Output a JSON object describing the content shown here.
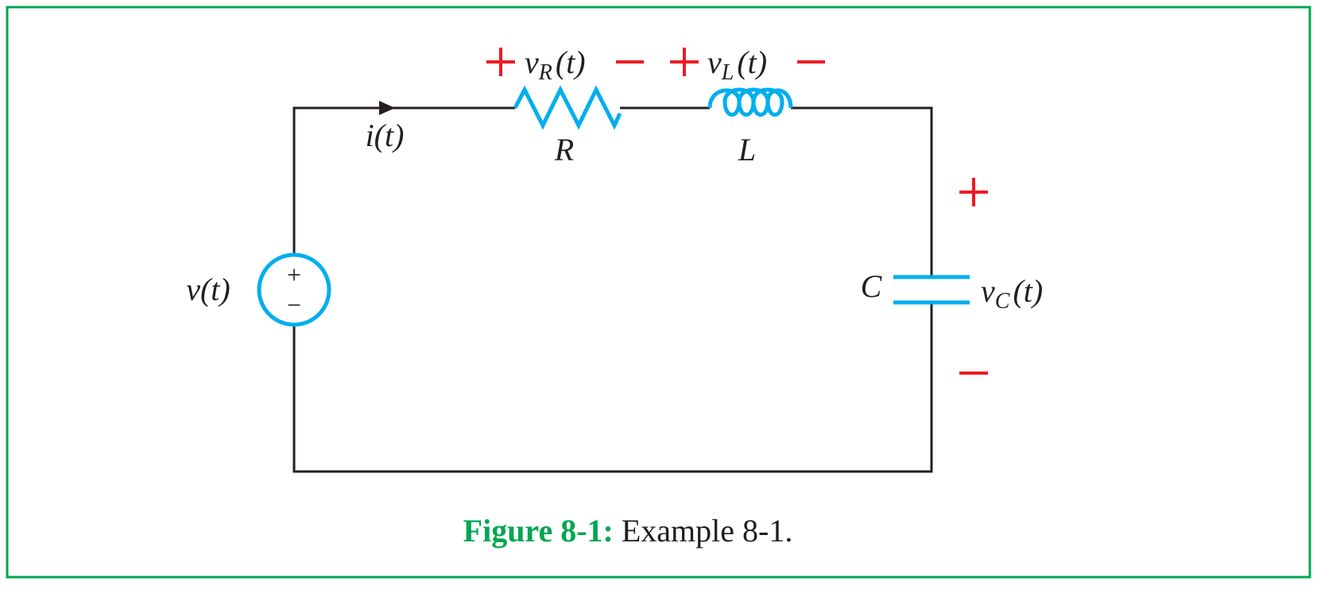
{
  "labels": {
    "current": "i(t)",
    "source": "v(t)",
    "resistor": "R",
    "inductor": "L",
    "capacitor": "C",
    "v_R": {
      "base": "v",
      "sub": "R",
      "tail": "(t)"
    },
    "v_L": {
      "base": "v",
      "sub": "L",
      "tail": "(t)"
    },
    "v_C": {
      "base": "v",
      "sub": "C",
      "tail": "(t)"
    },
    "source_plus": "+",
    "source_minus": "−"
  },
  "caption": {
    "figure": "Figure 8-1:",
    "text": " Example 8-1."
  },
  "colors": {
    "border": "#00a651",
    "component": "#00aeef",
    "polarity": "#ed1c24",
    "wire": "#231f20"
  }
}
